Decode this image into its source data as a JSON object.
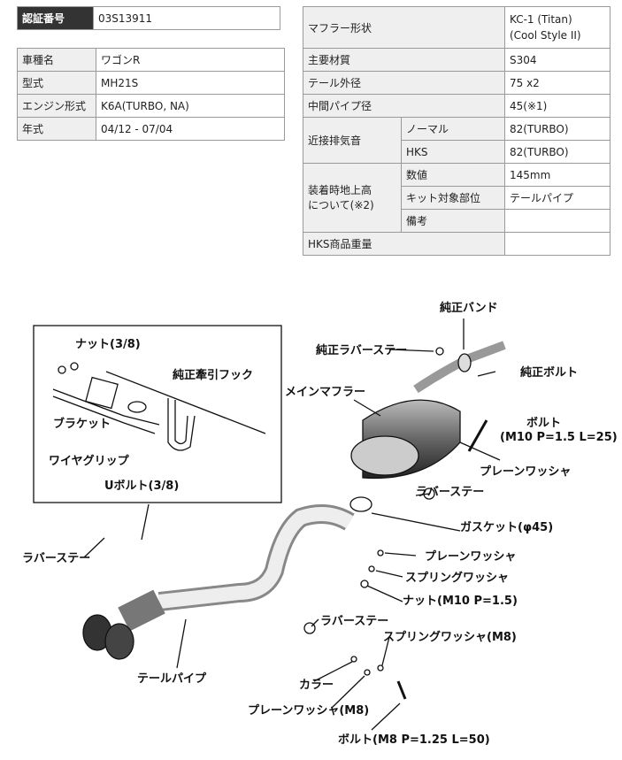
{
  "cert": {
    "label": "認証番号",
    "value": "03S13911"
  },
  "vehicle": [
    {
      "label": "車種名",
      "value": "ワゴンR"
    },
    {
      "label": "型式",
      "value": "MH21S"
    },
    {
      "label": "エンジン形式",
      "value": "K6A(TURBO, NA)"
    },
    {
      "label": "年式",
      "value": "04/12 - 07/04"
    }
  ],
  "spec": {
    "shape_label": "マフラー形状",
    "shape_value_1": "KC-1 (Titan)",
    "shape_value_2": "(Cool Style II)",
    "material_label": "主要材質",
    "material_value": "S304",
    "tail_label": "テール外径",
    "tail_value": "75 x2",
    "pipe_label": "中間パイプ径",
    "pipe_value": "45(※1)",
    "noise_label": "近接排気音",
    "noise_normal_label": "ノーマル",
    "noise_normal_value": "82(TURBO)",
    "noise_hks_label": "HKS",
    "noise_hks_value": "82(TURBO)",
    "ground_label_1": "装着時地上高",
    "ground_label_2": "について(※2)",
    "ground_value_label": "数値",
    "ground_value": "145mm",
    "ground_part_label": "キット対象部位",
    "ground_part_value": "テールパイプ",
    "ground_note_label": "備考",
    "ground_note_value": "",
    "weight_label": "HKS商品重量",
    "weight_value": ""
  },
  "diagram_labels": {
    "nut38": "ナット(3/8)",
    "tow_hook": "純正牽引フック",
    "bracket": "ブラケット",
    "wire_grip": "ワイヤグリップ",
    "ubolt": "Uボルト(3/8)",
    "rubber_stay_left": "ラバーステー",
    "tail_pipe": "テールパイプ",
    "oem_band": "純正バンド",
    "oem_rubber_stay": "純正ラバーステー",
    "oem_bolt": "純正ボルト",
    "main_muffler": "メインマフラー",
    "bolt": "ボルト",
    "bolt_spec": "(M10 P=1.5 L=25)",
    "plain_washer": "プレーンワッシャ",
    "rubber_stay_mid": "ラバーステー",
    "gasket": "ガスケット(φ45)",
    "plain_washer2": "プレーンワッシャ",
    "spring_washer": "スプリングワッシャ",
    "nut_m10": "ナット(M10 P=1.5)",
    "rubber_stay_low": "ラバーステー",
    "spring_washer_m8": "スプリングワッシャ(M8)",
    "collar": "カラー",
    "plain_washer_m8": "プレーンワッシャ(M8)",
    "bolt_m8": "ボルト(M8 P=1.25 L=50)"
  }
}
